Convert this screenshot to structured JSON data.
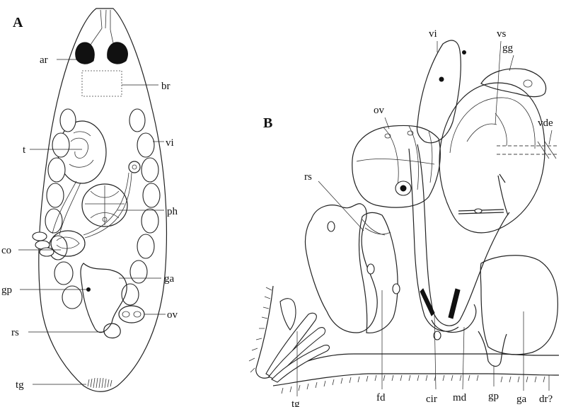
{
  "panels": {
    "a": {
      "letter": "A",
      "labels": {
        "ar": "ar",
        "br": "br",
        "t": "t",
        "vi": "vi",
        "ph": "ph",
        "co": "co",
        "ga": "ga",
        "gp": "gp",
        "ov": "ov",
        "rs": "rs",
        "tg": "tg"
      }
    },
    "b": {
      "letter": "B",
      "labels": {
        "vi": "vi",
        "vs": "vs",
        "gg": "gg",
        "vde": "vde",
        "ov": "ov",
        "rs": "rs",
        "tg": "tg",
        "fd": "fd",
        "cir": "cir",
        "md": "md",
        "gp": "gp",
        "ga": "ga",
        "dr": "dr?"
      }
    }
  }
}
